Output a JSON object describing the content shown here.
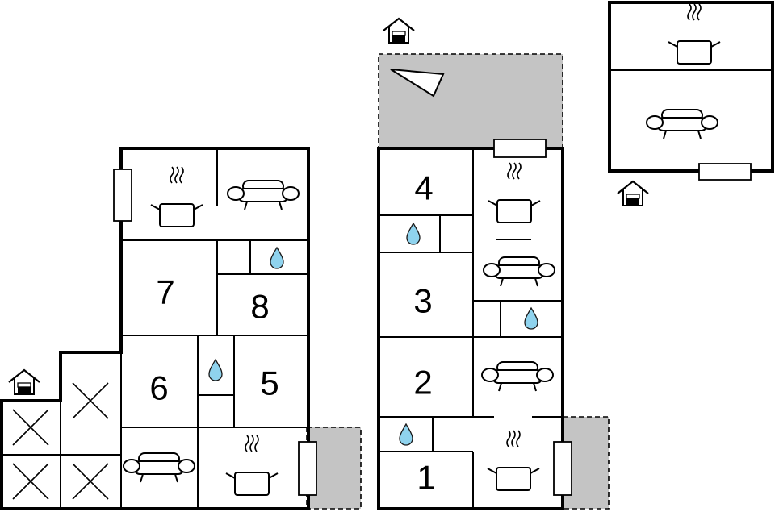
{
  "rooms": {
    "bedroom_1": "1",
    "bedroom_2": "2",
    "bedroom_3": "3",
    "bedroom_4": "4",
    "bedroom_5": "5",
    "bedroom_6": "6",
    "bedroom_7": "7",
    "bedroom_8": "8"
  },
  "icons": {
    "kitchen": "cooking-pot-icon",
    "living": "sofa-icon",
    "bathroom": "water-drop-icon",
    "entrance": "house-entrance-icon",
    "compass": "north-arrow-icon",
    "void": "no-access-cross"
  },
  "colors": {
    "terrace": "#c4c4c4",
    "water": "#8fd3ee",
    "walls": "#000000"
  }
}
